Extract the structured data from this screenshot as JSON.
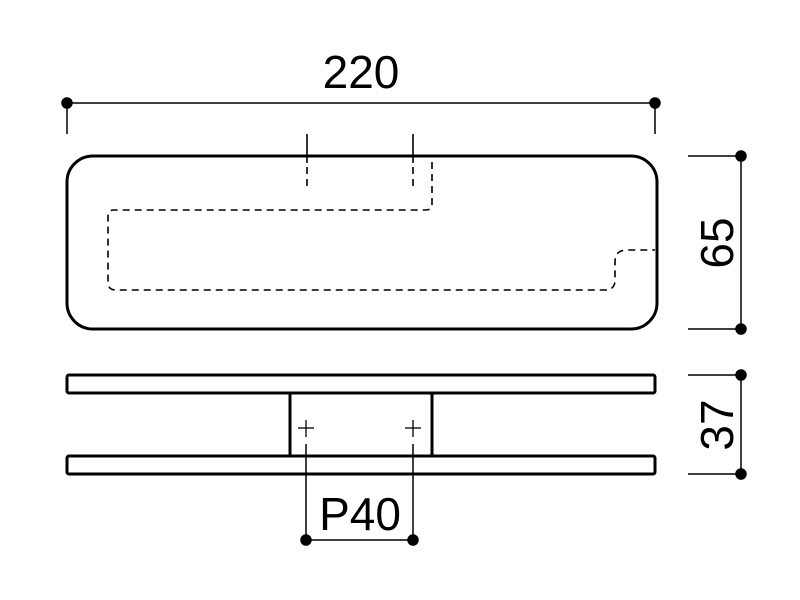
{
  "drawing": {
    "dimensions": {
      "overall_length": "220",
      "height": "65",
      "depth": "37",
      "pitch": "P40"
    },
    "colors": {
      "line": "#000000",
      "background": "#ffffff"
    }
  }
}
